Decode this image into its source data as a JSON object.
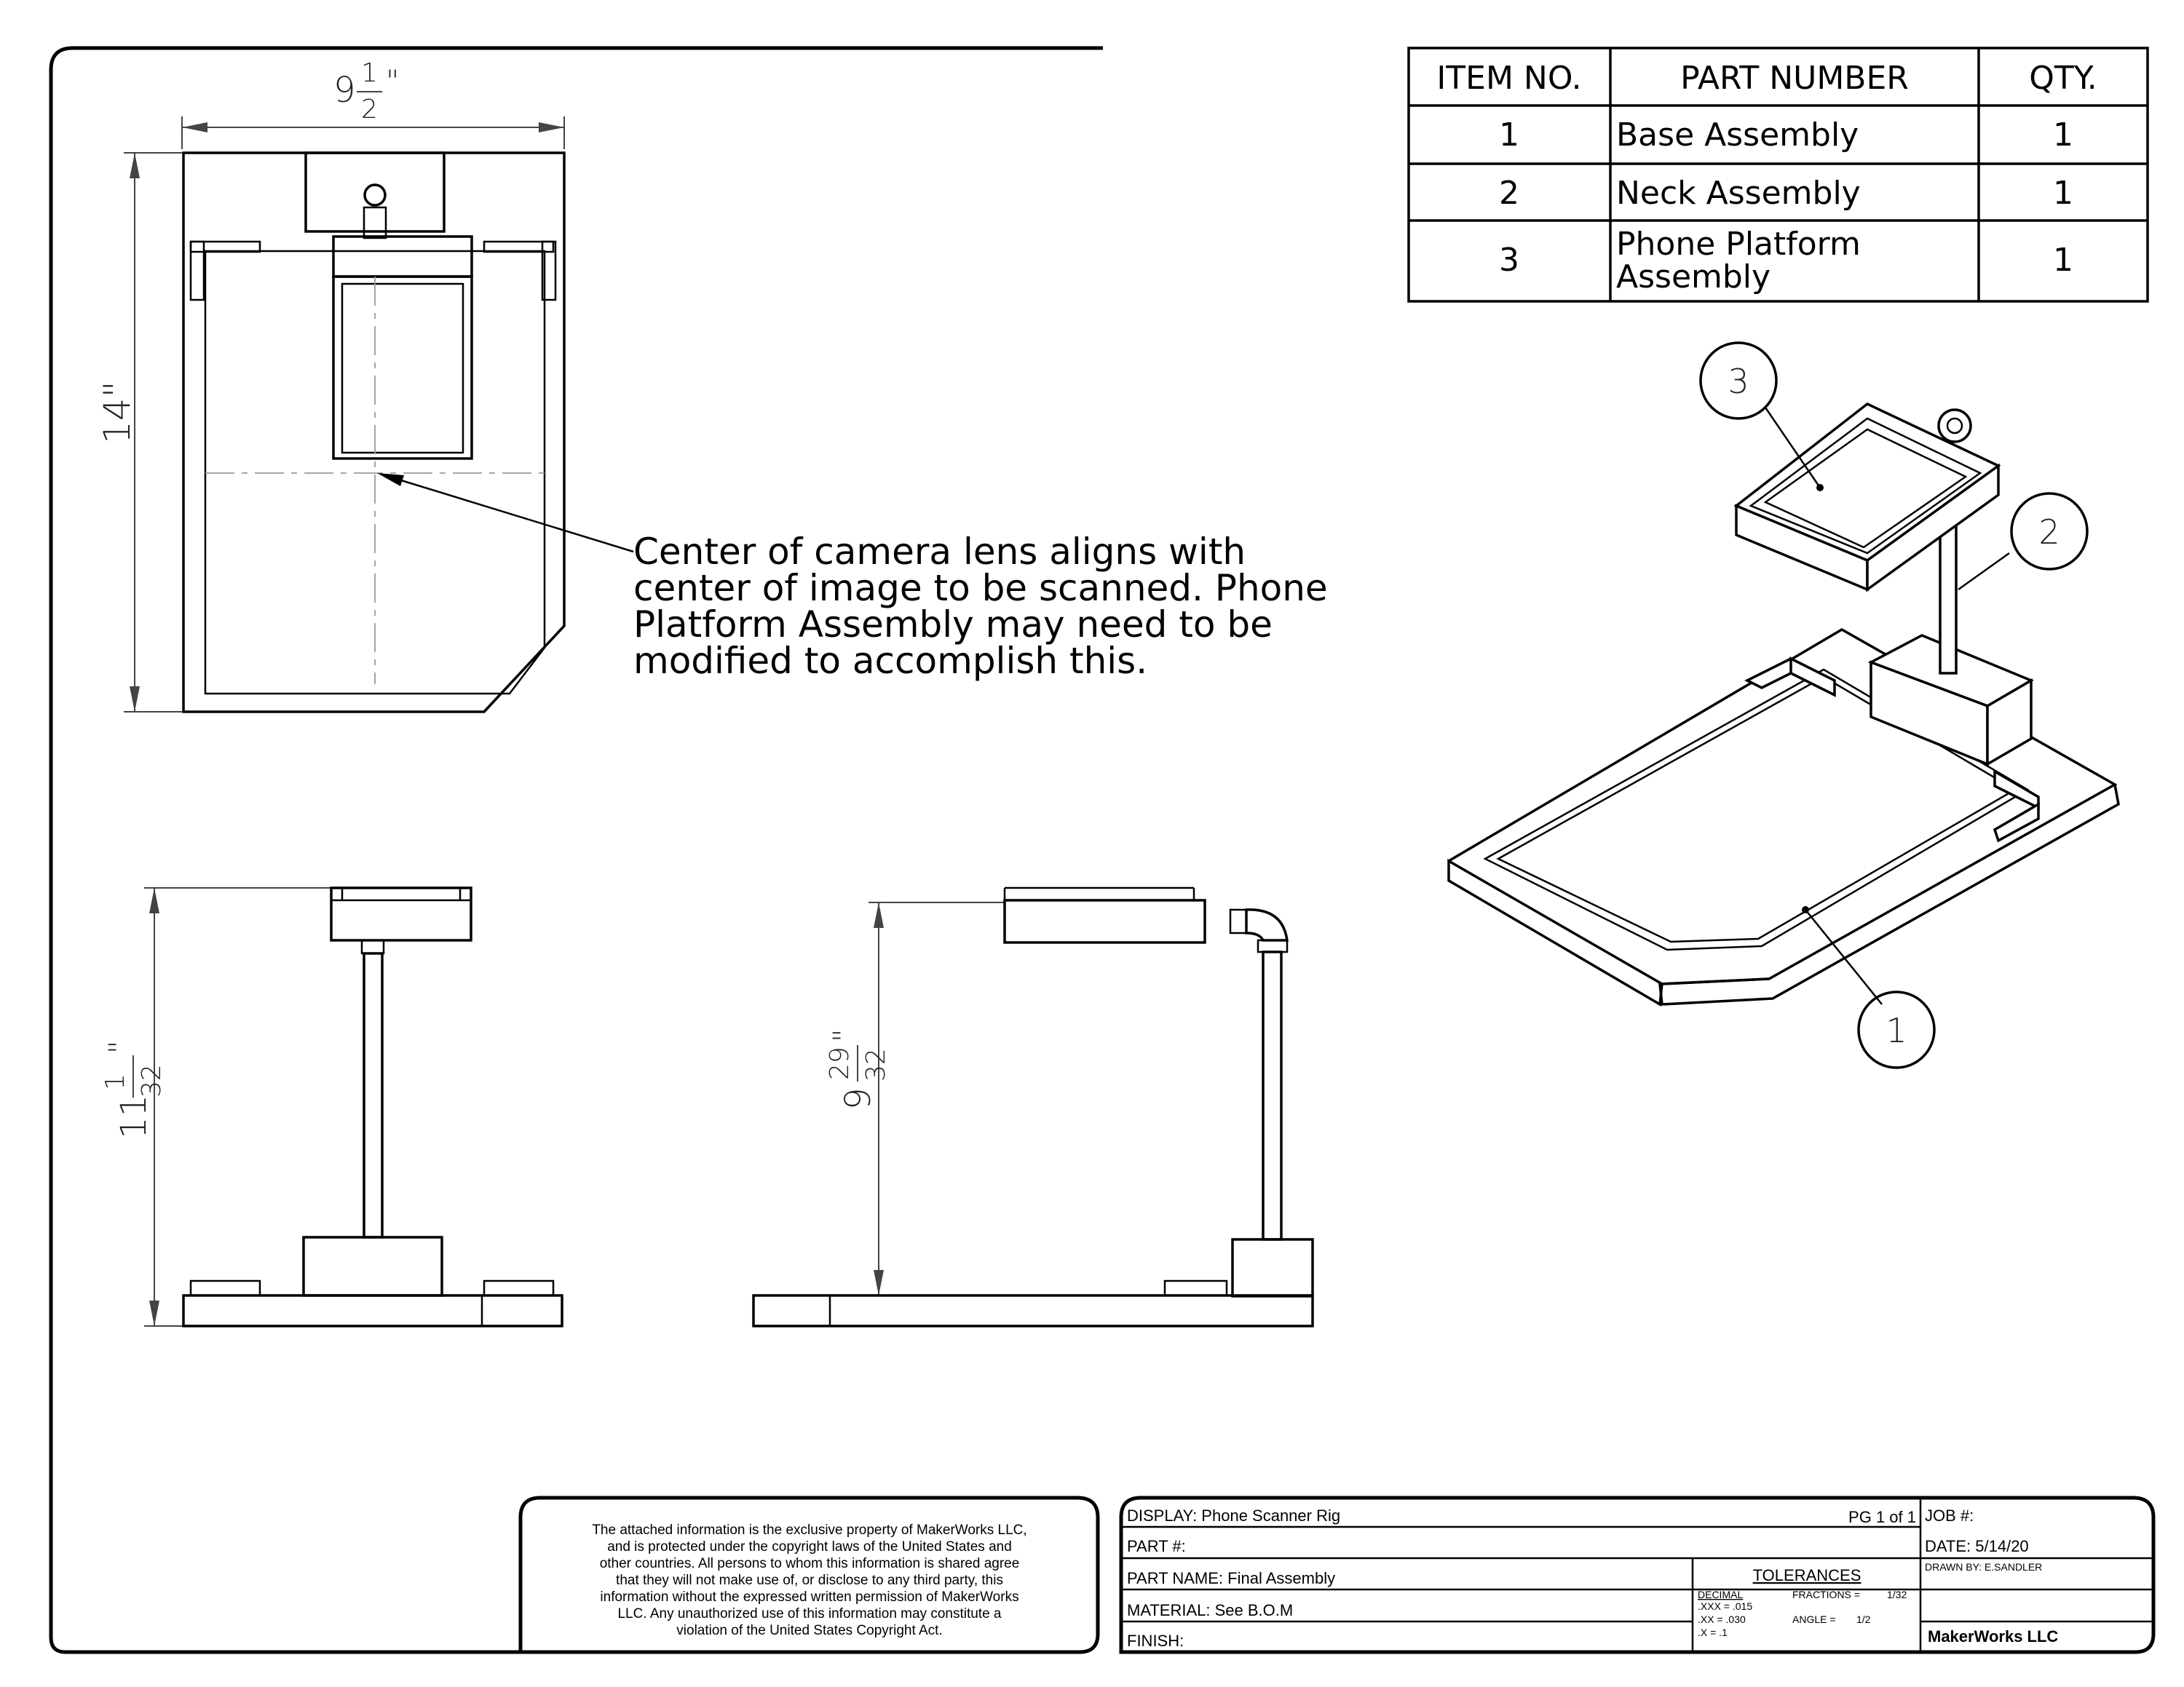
{
  "dimensions": {
    "width_whole": "9",
    "width_num": "1",
    "width_den": "2",
    "width_unit": "\"",
    "height_plan": "14\"",
    "height_front_whole": "11",
    "height_front_num": "1",
    "height_front_den": "32",
    "height_front_unit": "\"",
    "height_side_whole": "9",
    "height_side_num": "29",
    "height_side_den": "32",
    "height_side_unit": "\""
  },
  "note": {
    "lines": [
      "Center of camera lens aligns with",
      "center of image to be scanned. Phone",
      "Platform Assembly may need to be",
      "modified to accomplish this."
    ]
  },
  "bom": {
    "headers": [
      "ITEM NO.",
      "PART NUMBER",
      "QTY."
    ],
    "rows": [
      {
        "item": "1",
        "part_line1": "Base Assembly",
        "part_line2": "",
        "qty": "1"
      },
      {
        "item": "2",
        "part_line1": "Neck Assembly",
        "part_line2": "",
        "qty": "1"
      },
      {
        "item": "3",
        "part_line1": "Phone Platform",
        "part_line2": "Assembly",
        "qty": "1"
      }
    ]
  },
  "balloons": [
    "1",
    "2",
    "3"
  ],
  "legal": {
    "lines": [
      "The attached information is the exclusive property of MakerWorks LLC,",
      "and is protected under the copyright laws of the United States and",
      "other countries. All persons to whom this information is shared agree",
      "that they will not make use of, or disclose to any third party, this",
      "information without the expressed written permission of MakerWorks",
      "LLC. Any unauthorized use of this information may constitute a",
      "violation of the United States Copyright Act."
    ]
  },
  "title_block": {
    "display": "DISPLAY: Phone Scanner Rig",
    "page": "PG 1 of 1",
    "job": "JOB #:",
    "part_no": "PART #:",
    "date": "DATE:  5/14/20",
    "drawn_by": "DRAWN BY:   E.SANDLER",
    "part_name": "PART NAME: Final Assembly",
    "tolerances": "TOLERANCES",
    "material": "MATERIAL:   See B.O.M",
    "decimal": "DECIMAL",
    "dec_xxx": ".XXX =    .015",
    "dec_xx": ".XX =     .030",
    "dec_x": ".X =    .1",
    "fractions": "FRACTIONS  =",
    "fractions_val": "1/32",
    "angle": "ANGLE =",
    "angle_val": "1/2",
    "finish": "FINISH:",
    "company": "MakerWorks LLC"
  }
}
